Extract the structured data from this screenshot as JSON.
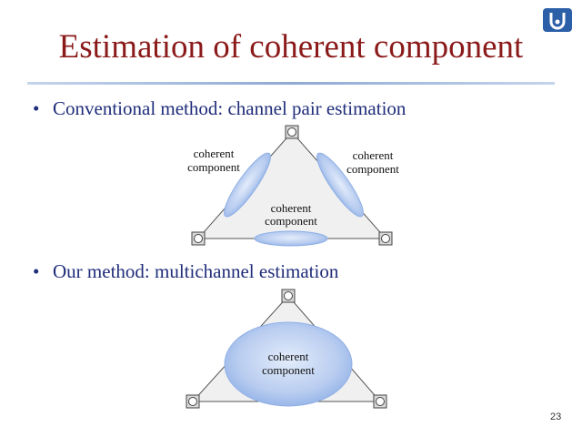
{
  "title": "Estimation of coherent component",
  "bullets": [
    "Conventional method: channel pair estimation",
    "Our method: multichannel estimation"
  ],
  "diagram_top": {
    "left_label": [
      "coherent",
      "component"
    ],
    "right_label": [
      "coherent",
      "component"
    ],
    "bottom_label": [
      "coherent",
      "component"
    ]
  },
  "diagram_bottom": {
    "center_label": [
      "coherent",
      "component"
    ]
  },
  "page_number": "23",
  "colors": {
    "title": "#8b1a1a",
    "bullet_text": "#1f2d7a",
    "triangle_fill": "#f0f0f0",
    "ellipse_fill": "#a9c2ec"
  }
}
